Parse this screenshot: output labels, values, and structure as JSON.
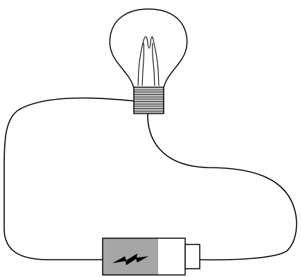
{
  "diagram": {
    "type": "simple-circuit",
    "components": [
      {
        "kind": "light-bulb"
      },
      {
        "kind": "battery",
        "icon": "lightning-bolt-icon"
      },
      {
        "kind": "wire",
        "count": 2
      }
    ]
  },
  "colors": {
    "background": "#ffffff",
    "line": "#000000",
    "battery_charge": "#a6a6a6",
    "battery_empty": "#ffffff"
  }
}
